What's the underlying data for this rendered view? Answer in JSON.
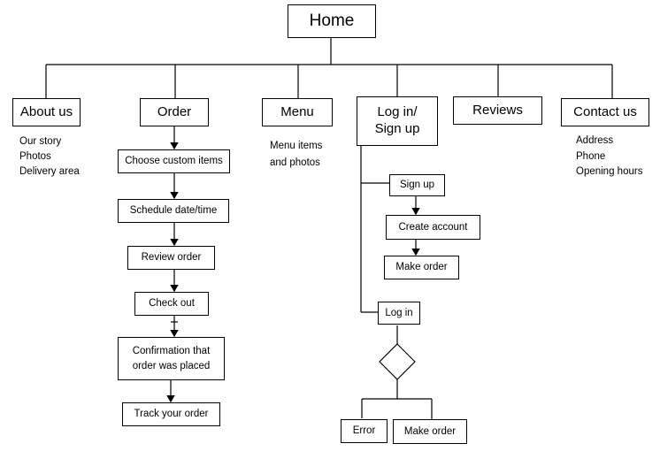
{
  "home": "Home",
  "sections": {
    "about": {
      "label": "About us",
      "items": [
        "Our story",
        "Photos",
        "Delivery area"
      ]
    },
    "order": {
      "label": "Order"
    },
    "menu": {
      "label": "Menu",
      "items": [
        "Menu items",
        "and photos"
      ]
    },
    "login": {
      "label_line1": "Log in/",
      "label_line2": "Sign up"
    },
    "reviews": {
      "label": "Reviews"
    },
    "contact": {
      "label": "Contact us",
      "items": [
        "Address",
        "Phone",
        "Opening hours"
      ]
    }
  },
  "order_steps": [
    "Choose custom items",
    "Schedule date/time",
    "Review order",
    "Check out",
    "Confirmation that",
    "order was placed",
    "Track your order"
  ],
  "signup_flow": {
    "signup": "Sign up",
    "create_account": "Create account",
    "make_order": "Make order"
  },
  "login_flow": {
    "login": "Log in",
    "error": "Error",
    "make_order": "Make order"
  }
}
